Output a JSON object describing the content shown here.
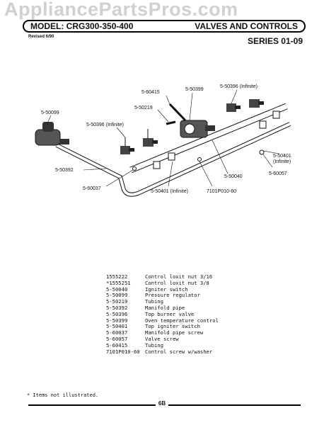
{
  "watermark": "AppliancePartsPros.com",
  "header": {
    "model": "MODEL: CRG300-350-400",
    "title": "VALVES AND CONTROLS"
  },
  "revised": "Revised 6/90",
  "series": "SERIES 01-09",
  "callouts": {
    "c_60415": "5-60415",
    "c_50399": "5-50399",
    "c_50396_right": "5-50396 (Infinite)",
    "c_50219": "5-50219",
    "c_50099": "5-50099",
    "c_50396_left": "5-50396 (Infinite)",
    "c_50401_right": "5-50401",
    "c_infinite": "(Infinite)",
    "c_60057": "5-60057",
    "c_50392": "5-50392",
    "c_50040": "5-50040",
    "c_60037": "5-60037",
    "c_50401_bottom": "5-50401 (Infinite)",
    "c_7101": "7101P010-60"
  },
  "parts": [
    {
      "number": "1555222",
      "description": "Control loxit nut 3/16"
    },
    {
      "number": "*1555251",
      "description": "Control loxit nut 3/8"
    },
    {
      "number": "5-50040",
      "description": "Igniter switch"
    },
    {
      "number": "5-50099",
      "description": "Pressure regulator"
    },
    {
      "number": "5-50219",
      "description": "Tubing"
    },
    {
      "number": "5-50392",
      "description": "Manifold pipe"
    },
    {
      "number": "5-50396",
      "description": "Top burner valve"
    },
    {
      "number": "5-50399",
      "description": "Oven temperature control"
    },
    {
      "number": "5-50401",
      "description": "Top igniter switch"
    },
    {
      "number": "5-60037",
      "description": "Manifold pipe screw"
    },
    {
      "number": "5-60057",
      "description": "Valve screw"
    },
    {
      "number": "5-60415",
      "description": "Tubing"
    },
    {
      "number": "7101P010-60",
      "description": "Control screw w/washer"
    }
  ],
  "footnote": "* Items not illustrated.",
  "page_number": "6B"
}
